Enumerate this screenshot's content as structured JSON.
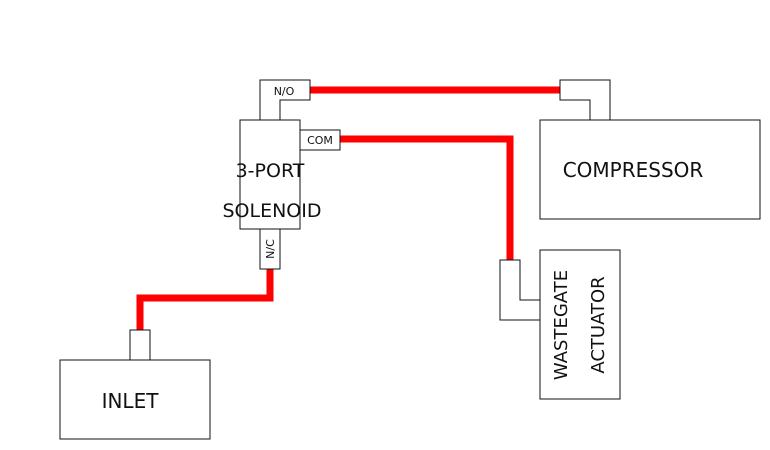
{
  "colors": {
    "hose": "#ff0000",
    "outline": "#111111",
    "background": "#ffffff"
  },
  "labels": {
    "solenoid_line1": "3-PORT",
    "solenoid_line2": "SOLENOID",
    "compressor": "COMPRESSOR",
    "wastegate_line1": "WASTEGATE",
    "wastegate_line2": "ACTUATOR",
    "inlet": "INLET"
  },
  "ports": {
    "no": "N/O",
    "com": "COM",
    "nc": "N/C"
  }
}
